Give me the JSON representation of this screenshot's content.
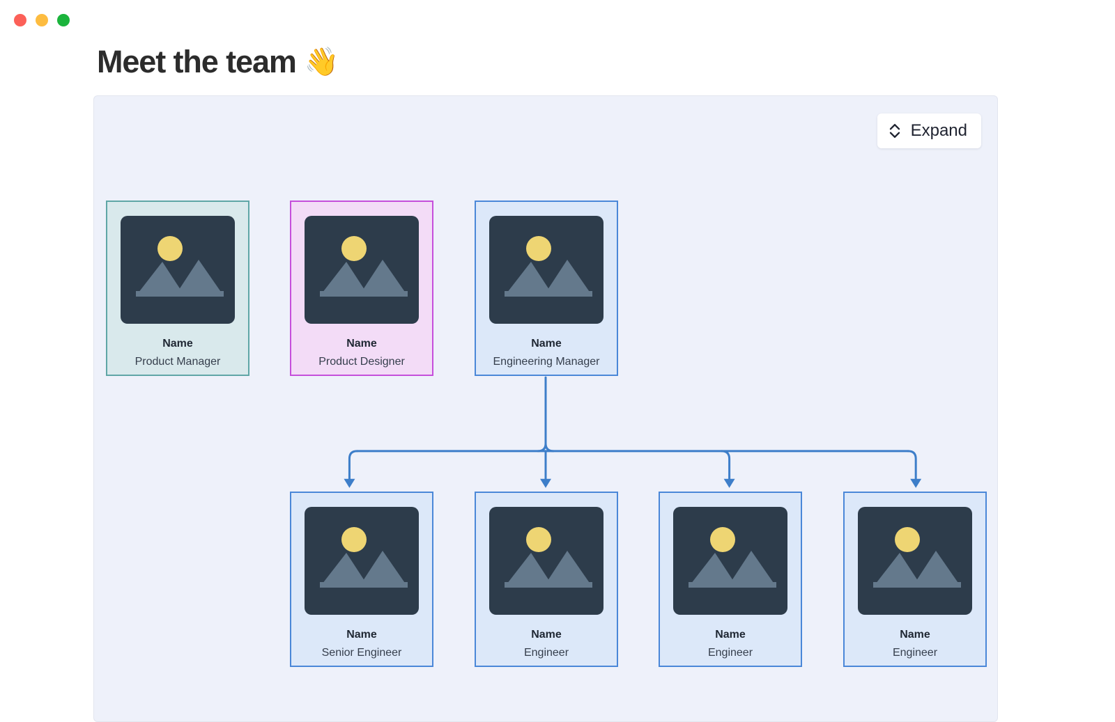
{
  "window": {
    "traffic_lights": [
      {
        "name": "close",
        "color": "#fc6058"
      },
      {
        "name": "minimize",
        "color": "#fdbc40"
      },
      {
        "name": "zoom",
        "color": "#1bb43c"
      }
    ]
  },
  "header": {
    "title": "Meet the team",
    "title_emoji": "👋"
  },
  "toolbar": {
    "expand_label": "Expand",
    "expand_icon": "chevron-up-down-icon"
  },
  "canvas": {
    "background": "#eef1fa",
    "connector_color": "#3d7ec9"
  },
  "org_chart": {
    "root_level": [
      {
        "id": "product-manager",
        "name": "Name",
        "role": "Product Manager",
        "accent": "#5fa6a6",
        "fill": "#d9e9ec",
        "variant": "teal",
        "photo_icon": "image-placeholder-icon"
      },
      {
        "id": "product-designer",
        "name": "Name",
        "role": "Product Designer",
        "accent": "#c54fdb",
        "fill": "#f3dcf7",
        "variant": "pink",
        "photo_icon": "image-placeholder-icon"
      },
      {
        "id": "engineering-manager",
        "name": "Name",
        "role": "Engineering Manager",
        "accent": "#4a87d8",
        "fill": "#dce8f9",
        "variant": "blue",
        "photo_icon": "image-placeholder-icon"
      }
    ],
    "reports": [
      {
        "id": "senior-engineer",
        "name": "Name",
        "role": "Senior Engineer",
        "accent": "#4a87d8",
        "fill": "#dce8f9",
        "variant": "blue",
        "photo_icon": "image-placeholder-icon"
      },
      {
        "id": "engineer-1",
        "name": "Name",
        "role": "Engineer",
        "accent": "#4a87d8",
        "fill": "#dce8f9",
        "variant": "blue",
        "photo_icon": "image-placeholder-icon"
      },
      {
        "id": "engineer-2",
        "name": "Name",
        "role": "Engineer",
        "accent": "#4a87d8",
        "fill": "#dce8f9",
        "variant": "blue",
        "photo_icon": "image-placeholder-icon"
      },
      {
        "id": "engineer-3",
        "name": "Name",
        "role": "Engineer",
        "accent": "#4a87d8",
        "fill": "#dce8f9",
        "variant": "blue",
        "photo_icon": "image-placeholder-icon"
      }
    ]
  }
}
